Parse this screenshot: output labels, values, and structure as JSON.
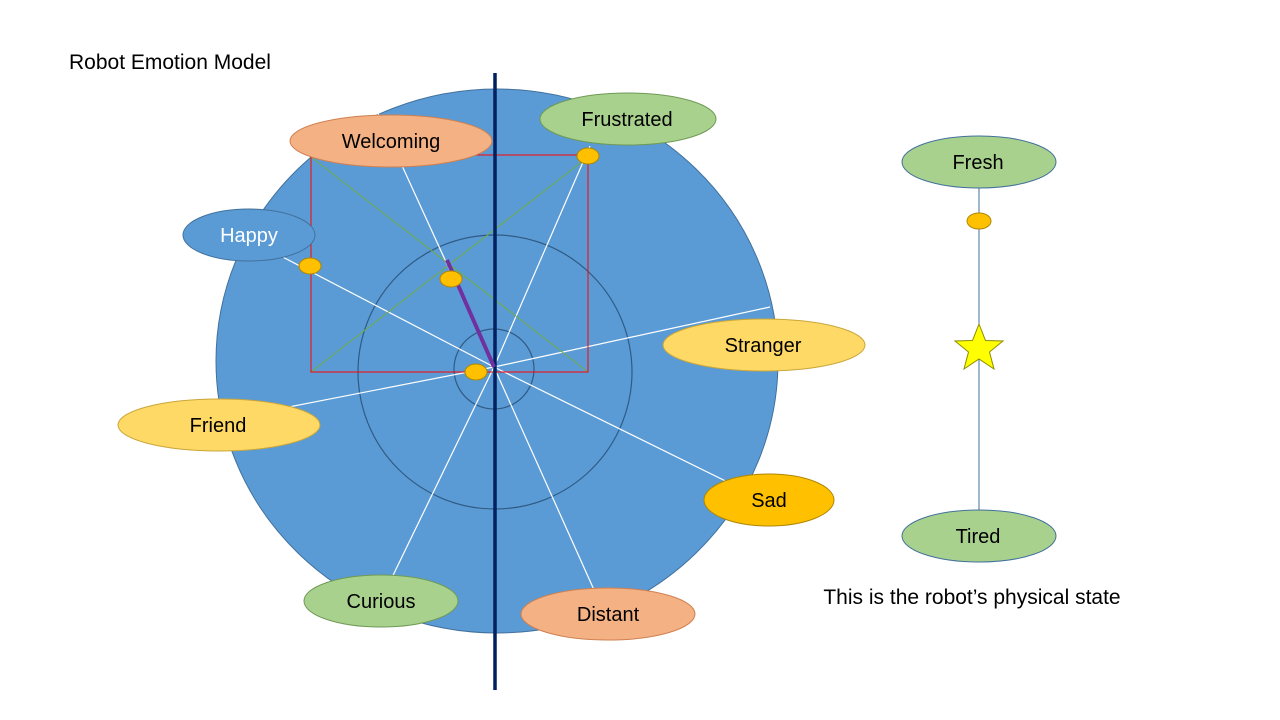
{
  "title": "Robot Emotion Model",
  "emotions": {
    "welcoming": "Welcoming",
    "frustrated": "Frustrated",
    "happy": "Happy",
    "stranger": "Stranger",
    "friend": "Friend",
    "sad": "Sad",
    "curious": "Curious",
    "distant": "Distant"
  },
  "physical_state": {
    "top_label": "Fresh",
    "bottom_label": "Tired",
    "caption": "This is the robot’s physical state"
  },
  "colors": {
    "circle_fill": "#5b9bd5",
    "axis": "#002060",
    "green_label": "#a9d18e",
    "orange_label": "#f4b183",
    "yellow_label": "#ffd966",
    "gold_label": "#ffc000",
    "marker": "#ffc000",
    "star": "#ffff00",
    "box": "#ff0000",
    "vector": "#7030a0"
  }
}
